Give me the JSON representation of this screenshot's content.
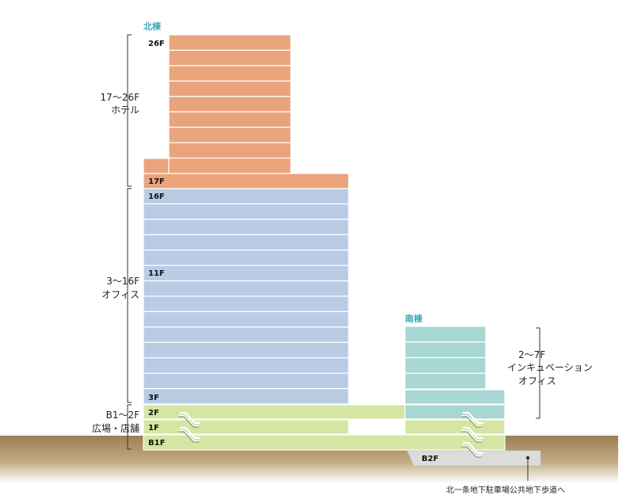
{
  "north_building": {
    "title": "北棟",
    "floors": {
      "f26": "26F",
      "f17": "17F",
      "f16": "16F",
      "f11": "11F",
      "f3": "3F",
      "f2": "2F",
      "f1": "1F",
      "b1": "B1F"
    }
  },
  "south_building": {
    "title": "南棟",
    "floors": {
      "b2": "B2F"
    }
  },
  "ranges": {
    "hotel": {
      "floors": "17～26F",
      "use": "ホテル"
    },
    "office": {
      "floors": "3～16F",
      "use": "オフィス"
    },
    "shops": {
      "floors": "B1～2F",
      "use": "広場・店舗"
    },
    "incubation": {
      "floors": "2～7F",
      "use_line1": "インキュベーション",
      "use_line2": "オフィス"
    }
  },
  "note": "北一条地下駐車場公共地下歩道へ",
  "colors": {
    "hotel": "#e9a47c",
    "office": "#b9cce6",
    "retail": "#d4e6a2",
    "incubation": "#a8d6d2",
    "ground": "#a0865c",
    "basement": "#d9d9d9",
    "accent": "#3aa8b4"
  }
}
